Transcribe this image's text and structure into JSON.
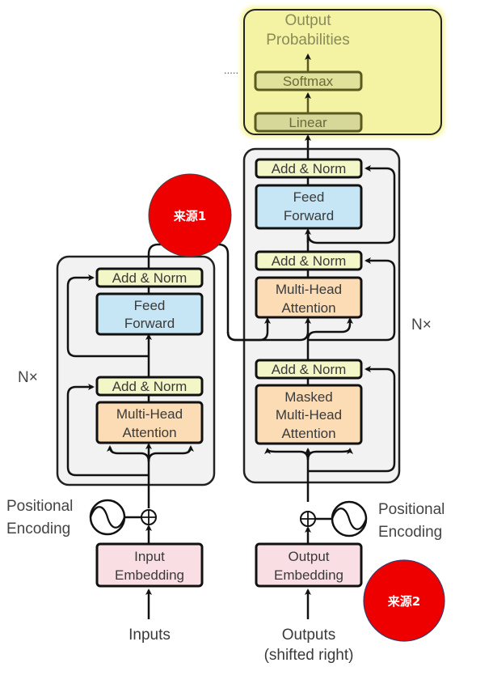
{
  "title": "Transformer Model Architecture",
  "colors": {
    "add_norm": "#f3f6c6",
    "feed_forward": "#c7e6f5",
    "attention": "#fbdcb5",
    "embedding": "#f9dfe3",
    "stack_bg": "#f2f2f2",
    "highlight": "#f4f3a4",
    "highlight_inner": "#dfe29a",
    "badge": "#ee0000",
    "stroke": "#111111"
  },
  "output_head": {
    "label_line1": "Output",
    "label_line2": "Probabilities",
    "softmax": "Softmax",
    "linear": "Linear",
    "ellipsis": "....."
  },
  "encoder": {
    "repeat_label": "N×",
    "add_norm_top": "Add & Norm",
    "feed_forward_line1": "Feed",
    "feed_forward_line2": "Forward",
    "add_norm_bottom": "Add & Norm",
    "attention_line1": "Multi-Head",
    "attention_line2": "Attention",
    "positional_line1": "Positional",
    "positional_line2": "Encoding",
    "embedding_line1": "Input",
    "embedding_line2": "Embedding",
    "input_label": "Inputs"
  },
  "decoder": {
    "repeat_label": "N×",
    "add_norm_top": "Add & Norm",
    "feed_forward_line1": "Feed",
    "feed_forward_line2": "Forward",
    "add_norm_mid": "Add & Norm",
    "attention_line1": "Multi-Head",
    "attention_line2": "Attention",
    "add_norm_bottom": "Add & Norm",
    "masked_line1": "Masked",
    "masked_line2": "Multi-Head",
    "masked_line3": "Attention",
    "positional_line1": "Positional",
    "positional_line2": "Encoding",
    "embedding_line1": "Output",
    "embedding_line2": "Embedding",
    "output_label_line1": "Outputs",
    "output_label_line2": "(shifted right)"
  },
  "badges": [
    {
      "label": "来源1"
    },
    {
      "label": "来源2"
    }
  ]
}
